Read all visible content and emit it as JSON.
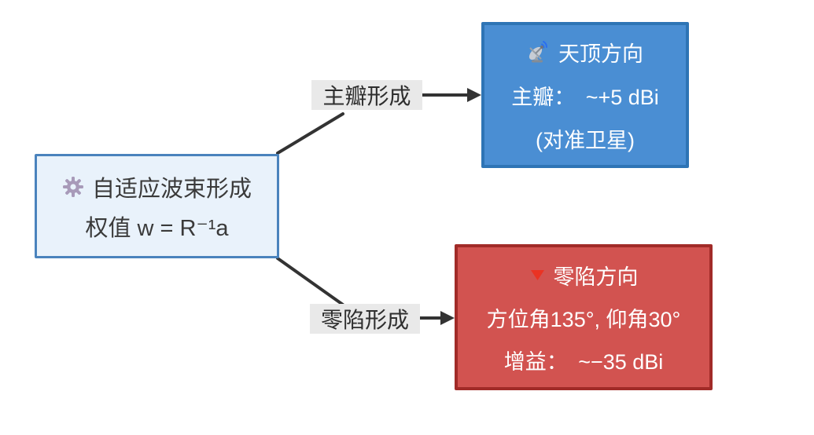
{
  "canvas": {
    "background": "#ffffff"
  },
  "source_box": {
    "icon": "gear-icon",
    "title": "自适应波束形成",
    "formula": "权值 w = R⁻¹a",
    "fill": "#e9f2fb",
    "border_color": "#4a83bd",
    "text_color": "#3a3a3a",
    "icon_color": "#a89ab9"
  },
  "edges": {
    "top_label": "主瓣形成",
    "bottom_label": "零陷形成",
    "label_background": "#e9e9e9",
    "label_text_color": "#2f2f2f",
    "line_color": "#333333"
  },
  "main_lobe_box": {
    "icon": "satellite-antenna-icon",
    "title": "天顶方向",
    "gain_line": "主瓣：　~+5 dBi",
    "note_line": "(对准卫星)",
    "fill": "#4a8ed3",
    "border_color": "#2e74b5",
    "text_color": "#ffffff"
  },
  "null_box": {
    "icon": "red-triangle-icon",
    "title": "零陷方向",
    "angle_line": "方位角135°, 仰角30°",
    "gain_line": "增益：　~−35 dBi",
    "fill": "#d25350",
    "border_color": "#a12b28",
    "text_color": "#ffffff",
    "icon_color": "#ea3323"
  }
}
